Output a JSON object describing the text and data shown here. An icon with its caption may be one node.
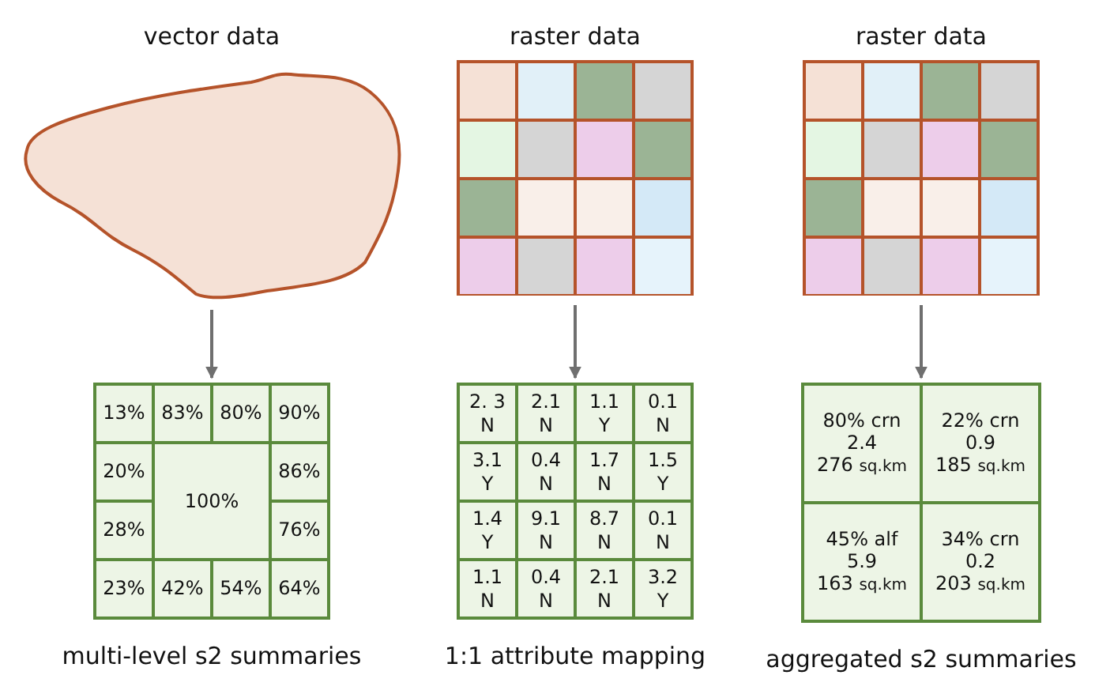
{
  "diagram": {
    "nodes": [
      {
        "text": [
          "vector data"
        ]
      },
      {
        "text": [
          "raster data"
        ]
      },
      {
        "text": [
          "raster data"
        ]
      },
      {
        "text": [],
        "shape": "box",
        "beside": [
          "multi-level s2 summaries"
        ]
      },
      {
        "text": [
          "13%"
        ],
        "in": 3
      },
      {
        "text": [
          "83%"
        ],
        "in": 3
      },
      {
        "text": [
          "80%"
        ],
        "in": 3
      },
      {
        "text": [
          "90%"
        ],
        "in": 3
      },
      {
        "text": [
          "20%"
        ],
        "in": 3
      },
      {
        "text": [
          "100%"
        ],
        "in": 3
      },
      {
        "text": [
          "86%"
        ],
        "in": 3
      },
      {
        "text": [
          "28%"
        ],
        "in": 3
      },
      {
        "text": [
          "76%"
        ],
        "in": 3
      },
      {
        "text": [
          "23%"
        ],
        "in": 3
      },
      {
        "text": [
          "42%"
        ],
        "in": 3
      },
      {
        "text": [
          "54%"
        ],
        "in": 3
      },
      {
        "text": [
          "64%"
        ],
        "in": 3
      },
      {
        "text": [],
        "shape": "box",
        "beside": [
          "1:1 attribute mapping"
        ]
      },
      {
        "text": [
          "2. 3",
          "N"
        ],
        "in": 17
      },
      {
        "text": [
          "2.1",
          "N"
        ],
        "in": 17
      },
      {
        "text": [
          "1.1",
          "Y"
        ],
        "in": 17
      },
      {
        "text": [
          "0.1",
          "N"
        ],
        "in": 17
      },
      {
        "text": [
          "3.1",
          "Y"
        ],
        "in": 17
      },
      {
        "text": [
          "0.4",
          "N"
        ],
        "in": 17
      },
      {
        "text": [
          "1.7",
          "N"
        ],
        "in": 17
      },
      {
        "text": [
          "1.5",
          "Y"
        ],
        "in": 17
      },
      {
        "text": [
          "1.4",
          "Y"
        ],
        "in": 17
      },
      {
        "text": [
          "9.1",
          "N"
        ],
        "in": 17
      },
      {
        "text": [
          "8.7",
          "N"
        ],
        "in": 17
      },
      {
        "text": [
          "0.1",
          "N"
        ],
        "in": 17
      },
      {
        "text": [
          "1.1",
          "N"
        ],
        "in": 17
      },
      {
        "text": [
          "0.4",
          "N"
        ],
        "in": 17
      },
      {
        "text": [
          "2.1",
          "N"
        ],
        "in": 17
      },
      {
        "text": [
          "3.2",
          "Y"
        ],
        "in": 17
      },
      {
        "text": [],
        "shape": "box",
        "beside": [
          "aggregated s2 summaries"
        ]
      },
      {
        "text": [
          "80% crn",
          "2.4",
          "276 sq.km"
        ],
        "in": 34
      },
      {
        "text": [
          "22% crn",
          "0.9",
          "185 sq.km"
        ],
        "in": 34
      },
      {
        "text": [
          "45% alf",
          "5.9",
          "163 sq.km"
        ],
        "in": 34
      },
      {
        "text": [
          "34% crn",
          "0.2",
          "203 sq.km"
        ],
        "in": 34
      }
    ],
    "edges": [
      {
        "from": 0,
        "to": 3,
        "arrow": "to"
      },
      {
        "from": 1,
        "to": 17,
        "arrow": "to"
      },
      {
        "from": 2,
        "to": 34,
        "arrow": "to"
      }
    ]
  }
}
